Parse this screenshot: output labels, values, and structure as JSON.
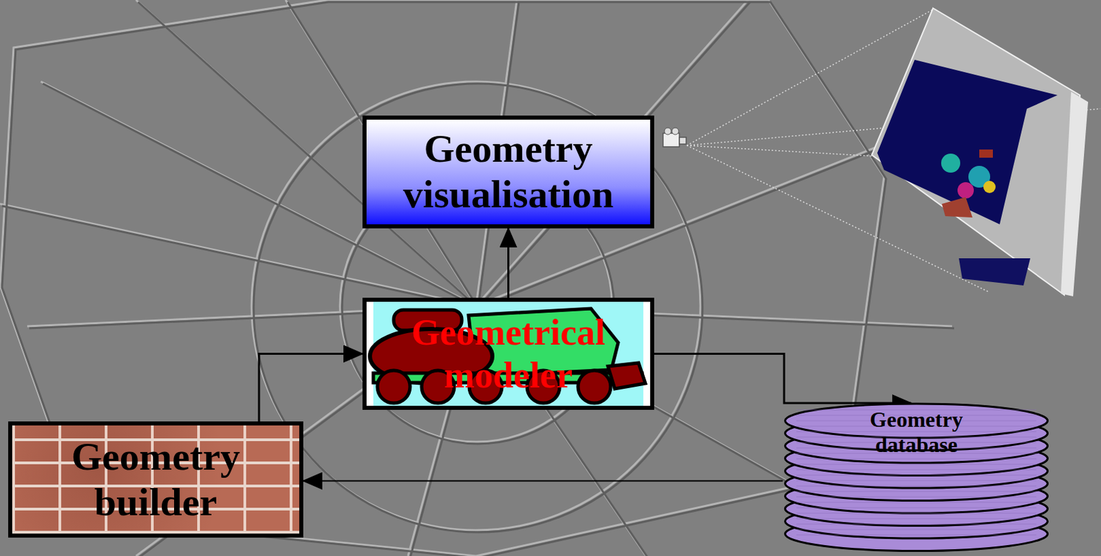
{
  "diagram": {
    "nodes": [
      {
        "text": [
          "Geometry visualisation"
        ]
      },
      {
        "text": [
          "Geometrical modeler"
        ]
      },
      {
        "text": [
          "Geometry builder"
        ]
      },
      {
        "text": [
          "Geometry database"
        ]
      }
    ],
    "edges": [
      {
        "from": 1,
        "to": 0,
        "arrow": "to"
      },
      {
        "from": 2,
        "to": 1,
        "arrow": "to"
      },
      {
        "from": 1,
        "to": 3,
        "arrow": "to"
      },
      {
        "from": 3,
        "to": 2,
        "arrow": "to"
      }
    ]
  }
}
